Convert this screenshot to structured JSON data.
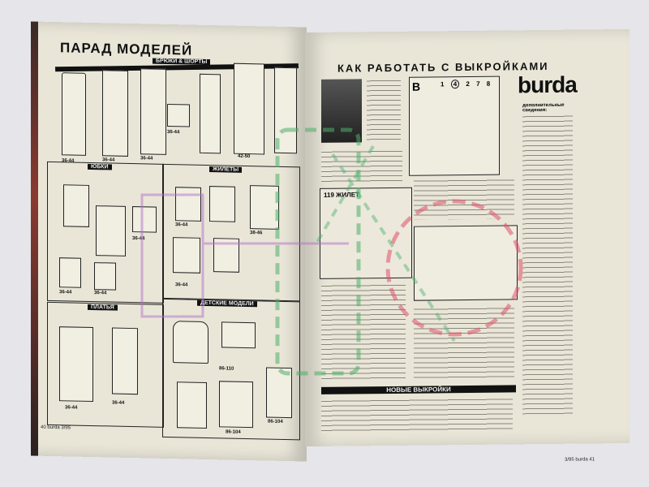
{
  "left_page": {
    "title": "ПАРАД МОДЕЛЕЙ",
    "sections": {
      "trousers": "БРЮКИ & ШОРТЫ",
      "skirts": "ЮБКИ",
      "vests": "ЖИЛЕТЫ",
      "dresses": "ПЛАТЬЯ",
      "kids": "ДЕТСКИЕ МОДЕЛИ"
    },
    "sizes": [
      "36-44",
      "36-44",
      "36-44",
      "36-44",
      "42-50",
      "36-44",
      "36-44",
      "36-44",
      "36-44",
      "38-46",
      "36-44",
      "36-44",
      "86-110",
      "36-44",
      "86-104",
      "86-104"
    ],
    "footer": "40 burda 3/95"
  },
  "right_page": {
    "title": "КАК РАБОТАТЬ С ВЫКРОЙКАМИ",
    "logo": "burda",
    "sidebar_heading": "дополнительные сведения:",
    "box_title": "119 ЖИЛЕТ",
    "diagram_letter": "B",
    "diagram_numbers": [
      "1",
      "4",
      "2",
      "7",
      "8"
    ],
    "new_patterns": "НОВЫЕ ВЫКРОЙКИ",
    "footer": "3/95 burda 41"
  },
  "colors": {
    "paper": "#e9e6d8",
    "background": "#e6e5ea",
    "watermark_green": "#4caf6a",
    "watermark_pink": "#e0506a",
    "watermark_purple": "#b070c8"
  }
}
